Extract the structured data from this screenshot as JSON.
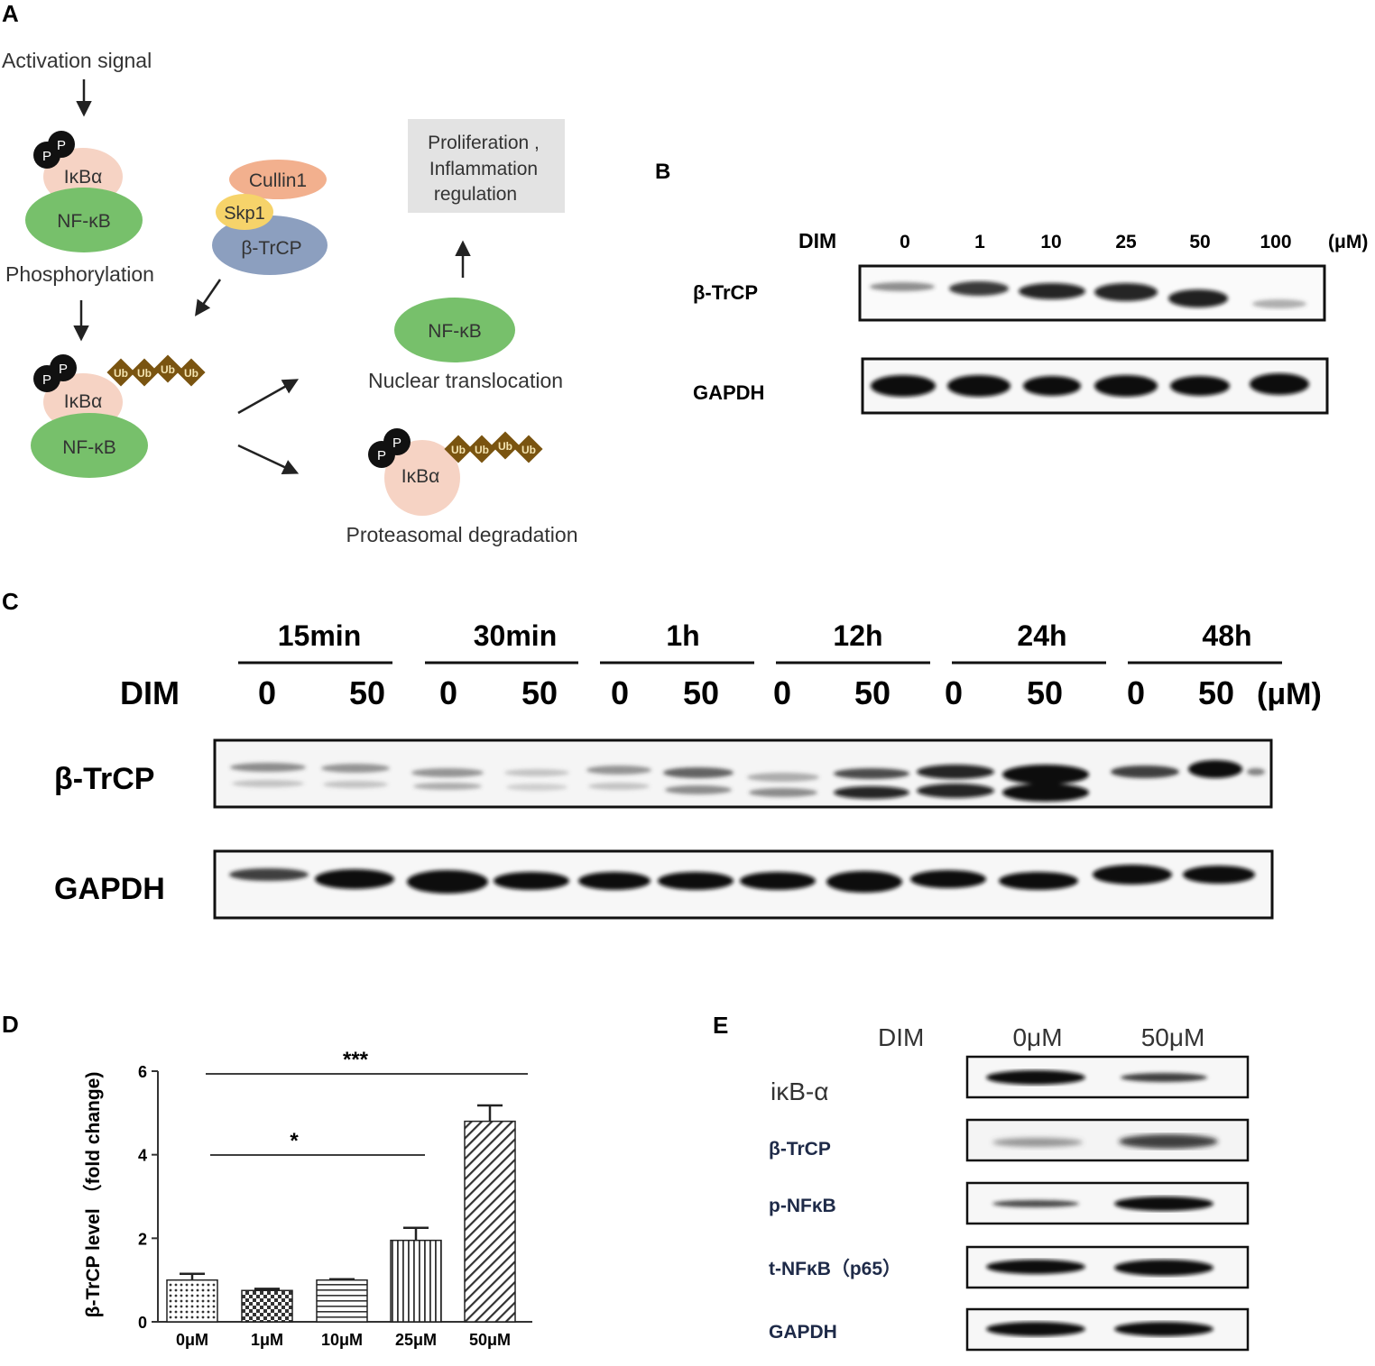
{
  "panel_a": {
    "letter": "A",
    "activation_signal": "Activation signal",
    "phospho_p": "P",
    "ikba": "IκBα",
    "nfkb": "NF-κB",
    "phosphorylation": "Phosphorylation",
    "cullin1": "Cullin1",
    "skp1": "Skp1",
    "btrcp": "β-TrCP",
    "ub": "Ub",
    "outcome_lines": [
      "Proliferation ,",
      "Inflammation",
      "regulation"
    ],
    "nuclear_translocation": "Nuclear translocation",
    "proteasomal_degradation": "Proteasomal degradation",
    "colors": {
      "nfkb": "#77c06b",
      "ikba": "#f6d3c4",
      "cullin1": "#f2b08e",
      "skp1": "#f6d36a",
      "btrcp": "#8c9fbf",
      "ub": "#7a5410",
      "box": "#e3e3e3"
    }
  },
  "panel_b": {
    "letter": "B",
    "dim_label": "DIM",
    "concentrations": [
      "0",
      "1",
      "10",
      "25",
      "50",
      "100"
    ],
    "unit": "(μM)",
    "rows": [
      "β-TrCP",
      "GAPDH"
    ]
  },
  "panel_c": {
    "letter": "C",
    "timepoints": [
      "15min",
      "30min",
      "1h",
      "12h",
      "24h",
      "48h"
    ],
    "dim_label": "DIM",
    "doses": [
      "0",
      "50",
      "0",
      "50",
      "0",
      "50",
      "0",
      "50",
      "0",
      "50",
      "0",
      "50"
    ],
    "unit": "(μM)",
    "rows": [
      "β-TrCP",
      "GAPDH"
    ]
  },
  "panel_e": {
    "letter": "E",
    "dim_label": "DIM",
    "columns": [
      "0μM",
      "50μM"
    ],
    "rows": [
      "iκB-α",
      "β-TrCP",
      "p-NFκB",
      "t-NFκB（p65）",
      "GAPDH"
    ]
  },
  "chart_data": {
    "type": "bar",
    "panel_letter": "D",
    "categories": [
      "0μM",
      "1μM",
      "10μM",
      "25μM",
      "50μM"
    ],
    "values": [
      1.0,
      0.75,
      1.0,
      1.95,
      4.8
    ],
    "errors": [
      0.15,
      0.04,
      0.02,
      0.3,
      0.38
    ],
    "ylabel": "β-TrCP level （fold change)",
    "ylim": [
      0,
      6
    ],
    "yticks": [
      "0",
      "2",
      "4",
      "6"
    ],
    "annotations": [
      {
        "text": "*",
        "from": "0μM",
        "to": "25μM"
      },
      {
        "text": "***",
        "from": "0μM",
        "to": "50μM"
      }
    ]
  }
}
